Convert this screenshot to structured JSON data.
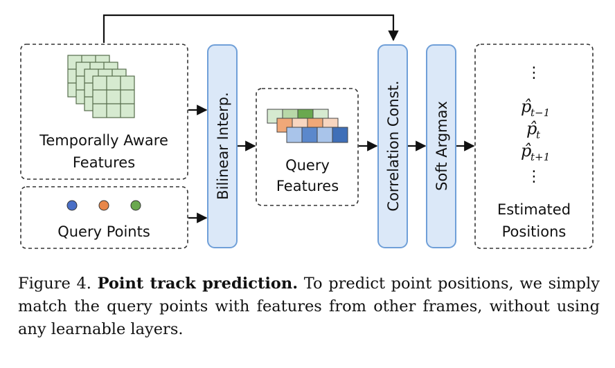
{
  "diagram": {
    "temporal_features": {
      "line1": "Temporally Aware",
      "line2": "Features"
    },
    "query_points": {
      "label": "Query Points",
      "colors": [
        "#4a6fc6",
        "#e8874a",
        "#6aa84f"
      ]
    },
    "bilinear": {
      "label": "Bilinear Interp."
    },
    "query_features": {
      "line1": "Query",
      "line2": "Features"
    },
    "correlation": {
      "label": "Correlation Const."
    },
    "soft_argmax": {
      "label": "Soft Argmax"
    },
    "estimated": {
      "dots": "⋮",
      "p_prev": "p̂",
      "p_prev_sub": "t−1",
      "p_cur": "p̂",
      "p_cur_sub": "t",
      "p_next": "p̂",
      "p_next_sub": "t+1",
      "line1": "Estimated",
      "line2": "Positions"
    }
  },
  "caption": {
    "figure_label": "Figure 4.",
    "title": "Point track prediction.",
    "text": "To predict point positions, we simply match the query points with features from other frames, without using any learnable layers."
  }
}
